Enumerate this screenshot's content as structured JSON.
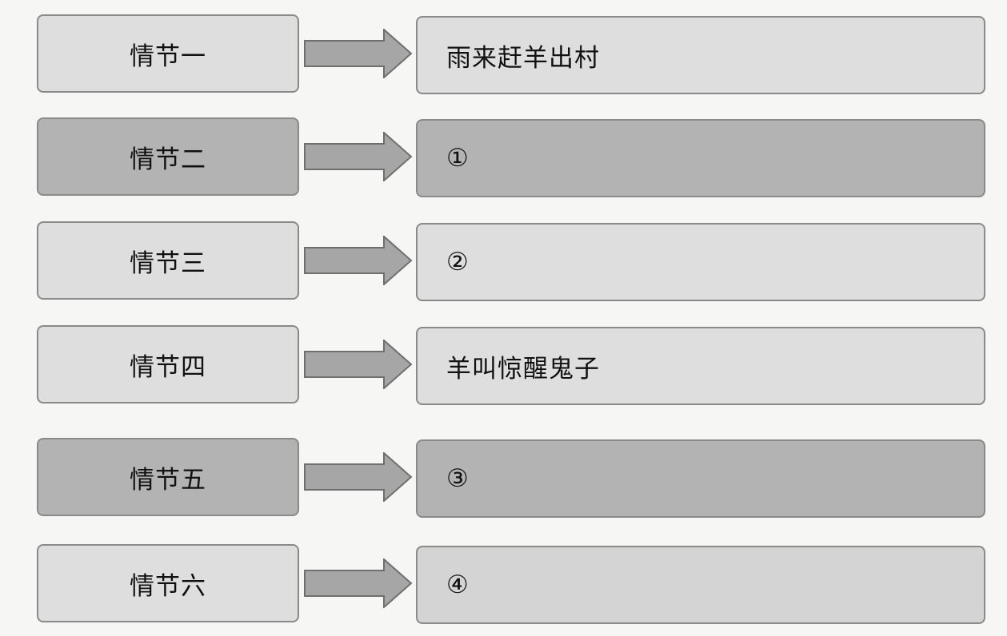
{
  "rows": [
    {
      "plot": "情节一",
      "content": "雨来赶羊出村",
      "shade": "light"
    },
    {
      "plot": "情节二",
      "content": "①",
      "shade": "dark"
    },
    {
      "plot": "情节三",
      "content": "②",
      "shade": "light"
    },
    {
      "plot": "情节四",
      "content": "羊叫惊醒鬼子",
      "shade": "light"
    },
    {
      "plot": "情节五",
      "content": "③",
      "shade": "dark"
    },
    {
      "plot": "情节六",
      "content": "④",
      "shade": "light"
    }
  ],
  "colors": {
    "box_light": "#dedede",
    "box_dark": "#b3b3b3",
    "border": "#8a8a8a",
    "arrow_fill": "#a6a6a6",
    "arrow_stroke": "#6f6f6f"
  }
}
